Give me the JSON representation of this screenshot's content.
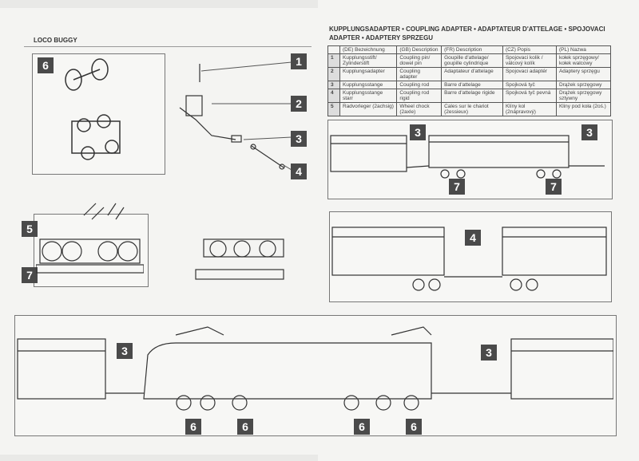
{
  "left_page": {
    "section_title": "LOCO BUGGY"
  },
  "right_page": {
    "title_line1": "KUPPLUNGSADAPTER • COUPLING ADAPTER • ADAPTATEUR D'ATTELAGE • SPOJOVACI",
    "title_line2": "ADAPTER • ADAPTERY SPRZEGU",
    "table": {
      "headers": [
        "",
        "(DE) Bezeichnung",
        "(GB) Description",
        "(FR) Description",
        "(CZ) Popis",
        "(PL) Nazwa"
      ],
      "rows": [
        [
          "1",
          "Kupplungsstift/ Zylinderstift",
          "Coupling pin/ dowel pin",
          "Goupille d'attelage/ goupille cylindrique",
          "Spojovaci kolik / válcový kolík",
          "kołek sprzęgowy/ kołek walcowy"
        ],
        [
          "2",
          "Kupplungsadapter",
          "Coupling adapter",
          "Adaptateur d'attelage",
          "Spojovaci adaptér",
          "Adaptery sprzęgu"
        ],
        [
          "3",
          "Kupplungsstange",
          "Coupling rod",
          "Barre d'attelage",
          "Spojková tyč",
          "Drążek sprzęgowy"
        ],
        [
          "4",
          "Kupplungsstange starr",
          "Coupling rod rigid",
          "Barre d'attelage rigide",
          "Spojková tyč pevná",
          "Drążek sprzęgowy sztywny"
        ],
        [
          "5",
          "Radvorleger (2achsig)",
          "Wheel chock (2axle)",
          "Cales sur le chariot (2essieux)",
          "Klíny kol (2nápravový)",
          "Kliny pod koła (2oś.)"
        ]
      ]
    }
  },
  "badges": {
    "b1": "1",
    "b2": "2",
    "b3": "3",
    "b4": "4",
    "b5": "5",
    "b6": "6",
    "b7": "7"
  }
}
